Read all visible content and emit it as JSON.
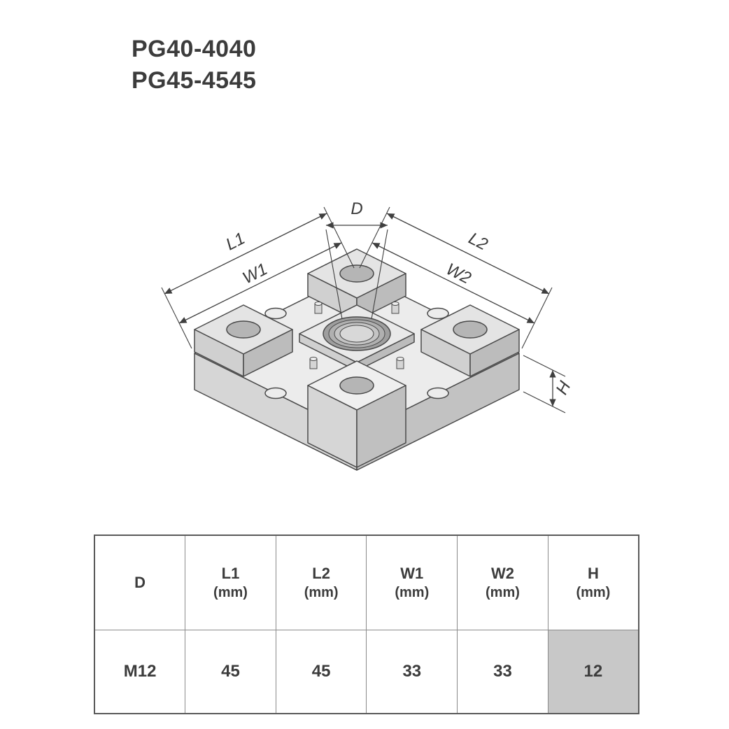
{
  "title": {
    "lines": [
      "PG40-4040",
      "PG45-4545"
    ]
  },
  "drawing": {
    "description": "isometric view of square profile end plate with central threaded hole, four corner holes and four snap pins",
    "labels": {
      "d": "D",
      "l1": "L1",
      "l2": "L2",
      "w1": "W1",
      "w2": "W2",
      "h": "H"
    }
  },
  "table": {
    "headers": [
      {
        "name": "D",
        "unit": ""
      },
      {
        "name": "L1",
        "unit": "(mm)"
      },
      {
        "name": "L2",
        "unit": "(mm)"
      },
      {
        "name": "W1",
        "unit": "(mm)"
      },
      {
        "name": "W2",
        "unit": "(mm)"
      },
      {
        "name": "H",
        "unit": "(mm)"
      }
    ],
    "rows": [
      [
        "M12",
        "45",
        "45",
        "33",
        "33",
        "12"
      ]
    ]
  },
  "colors": {
    "line": "#4a4a4a",
    "dimension": "#3f3f3f",
    "face_light": "#ececec",
    "face_mid": "#d6d6d6",
    "face_dark": "#c2c2c2",
    "shaded_cell": "#c8c8c8",
    "text": "#3c3c3c"
  }
}
